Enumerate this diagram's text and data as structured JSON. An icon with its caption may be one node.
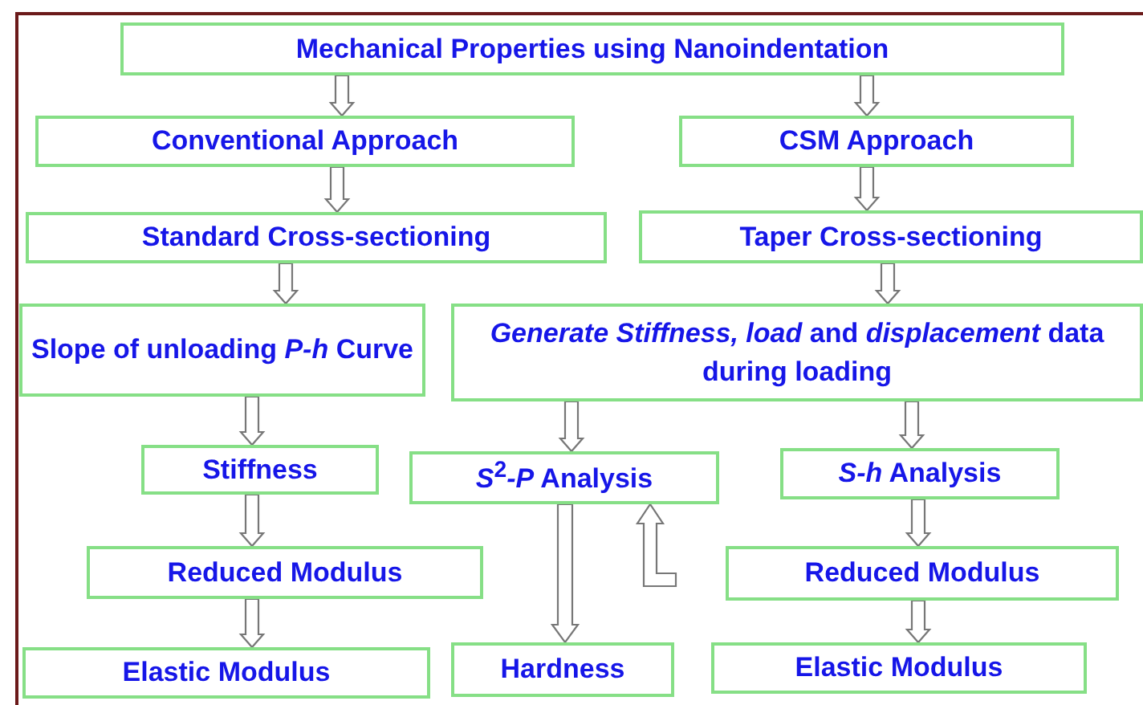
{
  "diagram": {
    "nodes": [
      {
        "text": [
          "Mechanical Properties using Nanoindentation"
        ]
      },
      {
        "text": [
          "Conventional Approach"
        ]
      },
      {
        "text": [
          "CSM  Approach"
        ]
      },
      {
        "text": [
          "Standard  Cross-sectioning"
        ]
      },
      {
        "text": [
          "Taper Cross-sectioning"
        ]
      },
      {
        "text": [
          "Slope of unloading *P-h* Curve"
        ]
      },
      {
        "text": [
          "*Generate Stiffness, load* and *displacement* data during loading"
        ]
      },
      {
        "text": [
          "Stiffness"
        ]
      },
      {
        "text": [
          "*S*$^{2}$*-P* Analysis"
        ]
      },
      {
        "text": [
          "*S-h* Analysis"
        ]
      },
      {
        "text": [
          "Reduced Modulus"
        ]
      },
      {
        "text": [
          "Reduced Modulus"
        ]
      },
      {
        "text": [
          "Elastic Modulus"
        ]
      },
      {
        "text": [
          "Hardness"
        ]
      },
      {
        "text": [
          "Elastic Modulus"
        ]
      }
    ],
    "edges": [
      {
        "from": 0,
        "to": 1,
        "arrow": "to"
      },
      {
        "from": 0,
        "to": 2,
        "arrow": "to"
      },
      {
        "from": 1,
        "to": 3,
        "arrow": "to"
      },
      {
        "from": 2,
        "to": 4,
        "arrow": "to"
      },
      {
        "from": 3,
        "to": 5,
        "arrow": "to"
      },
      {
        "from": 4,
        "to": 6,
        "arrow": "to"
      },
      {
        "from": 5,
        "to": 7,
        "arrow": "to"
      },
      {
        "from": 6,
        "to": 8,
        "arrow": "to"
      },
      {
        "from": 6,
        "to": 9,
        "arrow": "to"
      },
      {
        "from": 7,
        "to": 10,
        "arrow": "to"
      },
      {
        "from": 9,
        "to": 11,
        "arrow": "to"
      },
      {
        "from": 10,
        "to": 12,
        "arrow": "to"
      },
      {
        "from": 11,
        "to": 14,
        "arrow": "to"
      },
      {
        "from": 8,
        "to": 13,
        "arrow": "to"
      },
      {
        "from": null,
        "to": 8,
        "arrow": "to"
      }
    ]
  }
}
